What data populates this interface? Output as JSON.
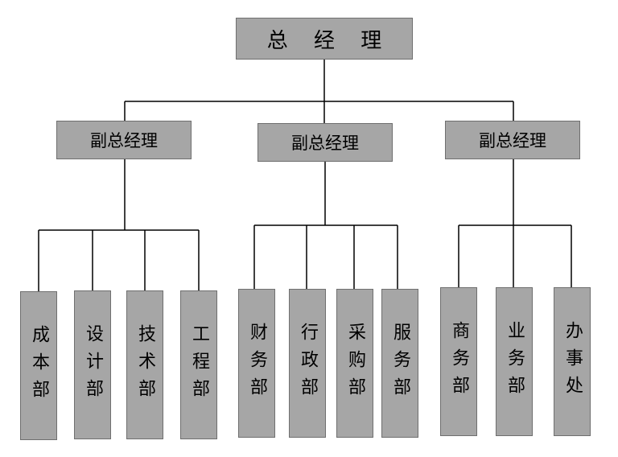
{
  "top": {
    "label": "总 经 理"
  },
  "vice_presidents": [
    {
      "label": "副总经理"
    },
    {
      "label": "副总经理"
    },
    {
      "label": "副总经理"
    }
  ],
  "departments": [
    {
      "label": "成本部"
    },
    {
      "label": "设计部"
    },
    {
      "label": "技术部"
    },
    {
      "label": "工程部"
    },
    {
      "label": "财务部"
    },
    {
      "label": "行政部"
    },
    {
      "label": "采购部"
    },
    {
      "label": "服务部"
    },
    {
      "label": "商务部"
    },
    {
      "label": "业务部"
    },
    {
      "label": "办事处"
    }
  ],
  "colors": {
    "box_fill": "#a6a6a6",
    "box_border": "#6f6f6f",
    "connector": "#000000"
  }
}
